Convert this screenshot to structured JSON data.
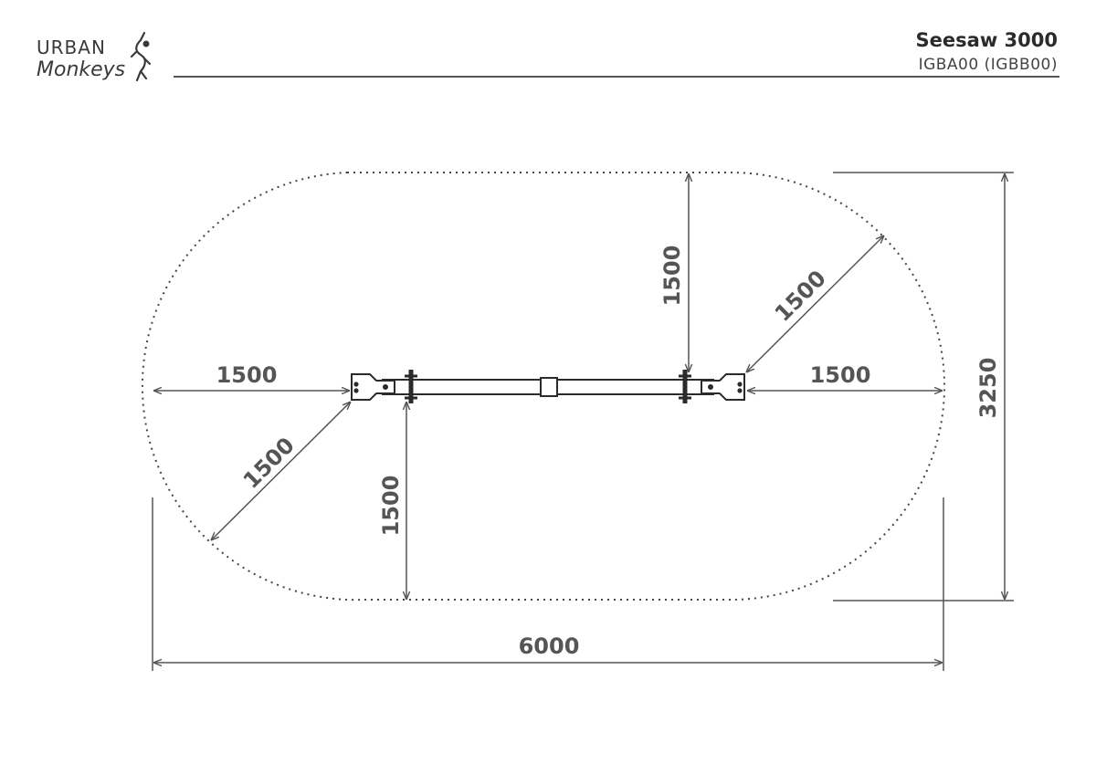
{
  "header": {
    "logo_top": "URBAN",
    "logo_bottom": "Monkeys",
    "title": "Seesaw 3000",
    "subtitle": "IGBA00 (IGBB00)"
  },
  "logo_icon": "monkey-hanging-icon",
  "colors": {
    "line": "#555555",
    "equipment": "#2b2b2b",
    "text": "#555555"
  },
  "dimensions": {
    "left_horizontal": "1500",
    "right_horizontal": "1500",
    "top_vertical": "1500",
    "bottom_vertical": "1500",
    "upper_right_diagonal": "1500",
    "lower_left_diagonal": "1500",
    "overall_height": "3250",
    "overall_length": "6000"
  }
}
